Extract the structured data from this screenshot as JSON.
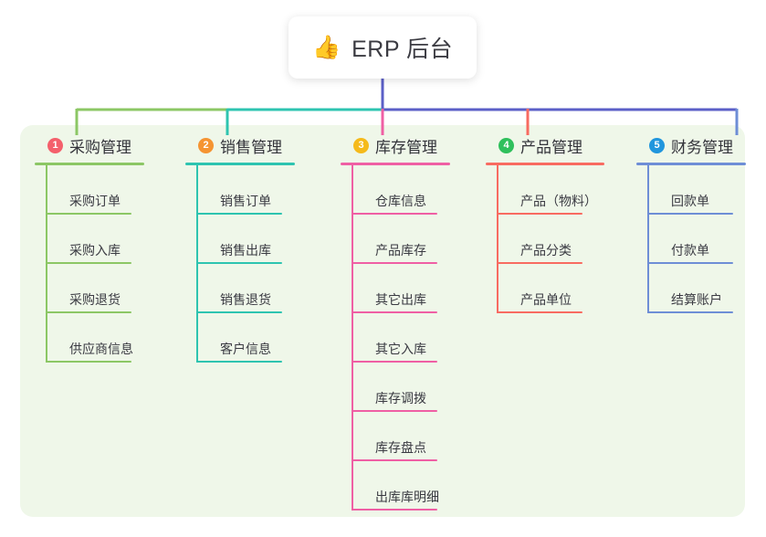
{
  "diagram": {
    "type": "mind-map",
    "background_color": "#ffffff",
    "panel_color": "#eff7e9",
    "root": {
      "icon": "thumbs-up-icon",
      "icon_glyph": "👍",
      "title": "ERP 后台",
      "box_color": "#ffffff",
      "stem_color": "#5b5fc7"
    },
    "columns": [
      {
        "number": "1",
        "badge_glyph": "❶",
        "badge_color": "#f4606c",
        "line_color": "#8cc765",
        "title": "采购管理",
        "items": [
          "采购订单",
          "采购入库",
          "采购退货",
          "供应商信息"
        ]
      },
      {
        "number": "2",
        "badge_glyph": "❷",
        "badge_color": "#f59432",
        "line_color": "#2ec4b0",
        "title": "销售管理",
        "items": [
          "销售订单",
          "销售出库",
          "销售退货",
          "客户信息"
        ]
      },
      {
        "number": "3",
        "badge_glyph": "❸",
        "badge_color": "#f5ba1b",
        "line_color": "#ef5fa4",
        "title": "库存管理",
        "items": [
          "仓库信息",
          "产品库存",
          "其它出库",
          "其它入库",
          "库存调拨",
          "库存盘点",
          "出库库明细"
        ]
      },
      {
        "number": "4",
        "badge_glyph": "❹",
        "badge_color": "#2fc05c",
        "line_color": "#f86b61",
        "title": "产品管理",
        "items": [
          "产品（物料）",
          "产品分类",
          "产品单位"
        ]
      },
      {
        "number": "5",
        "badge_glyph": "❺",
        "badge_color": "#2196dd",
        "line_color": "#6e8ed6",
        "title": "财务管理",
        "items": [
          "回款单",
          "付款单",
          "结算账户"
        ]
      }
    ],
    "connectors": {
      "trunk_color": "#5b5fc7",
      "segment_colors": [
        "#8cc765",
        "#2ec4b0",
        "#5b5fc7",
        "#5b5fc7"
      ],
      "drop_colors": [
        "#8cc765",
        "#2ec4b0",
        "#ef5fa4",
        "#f86b61",
        "#6e8ed6"
      ]
    }
  }
}
